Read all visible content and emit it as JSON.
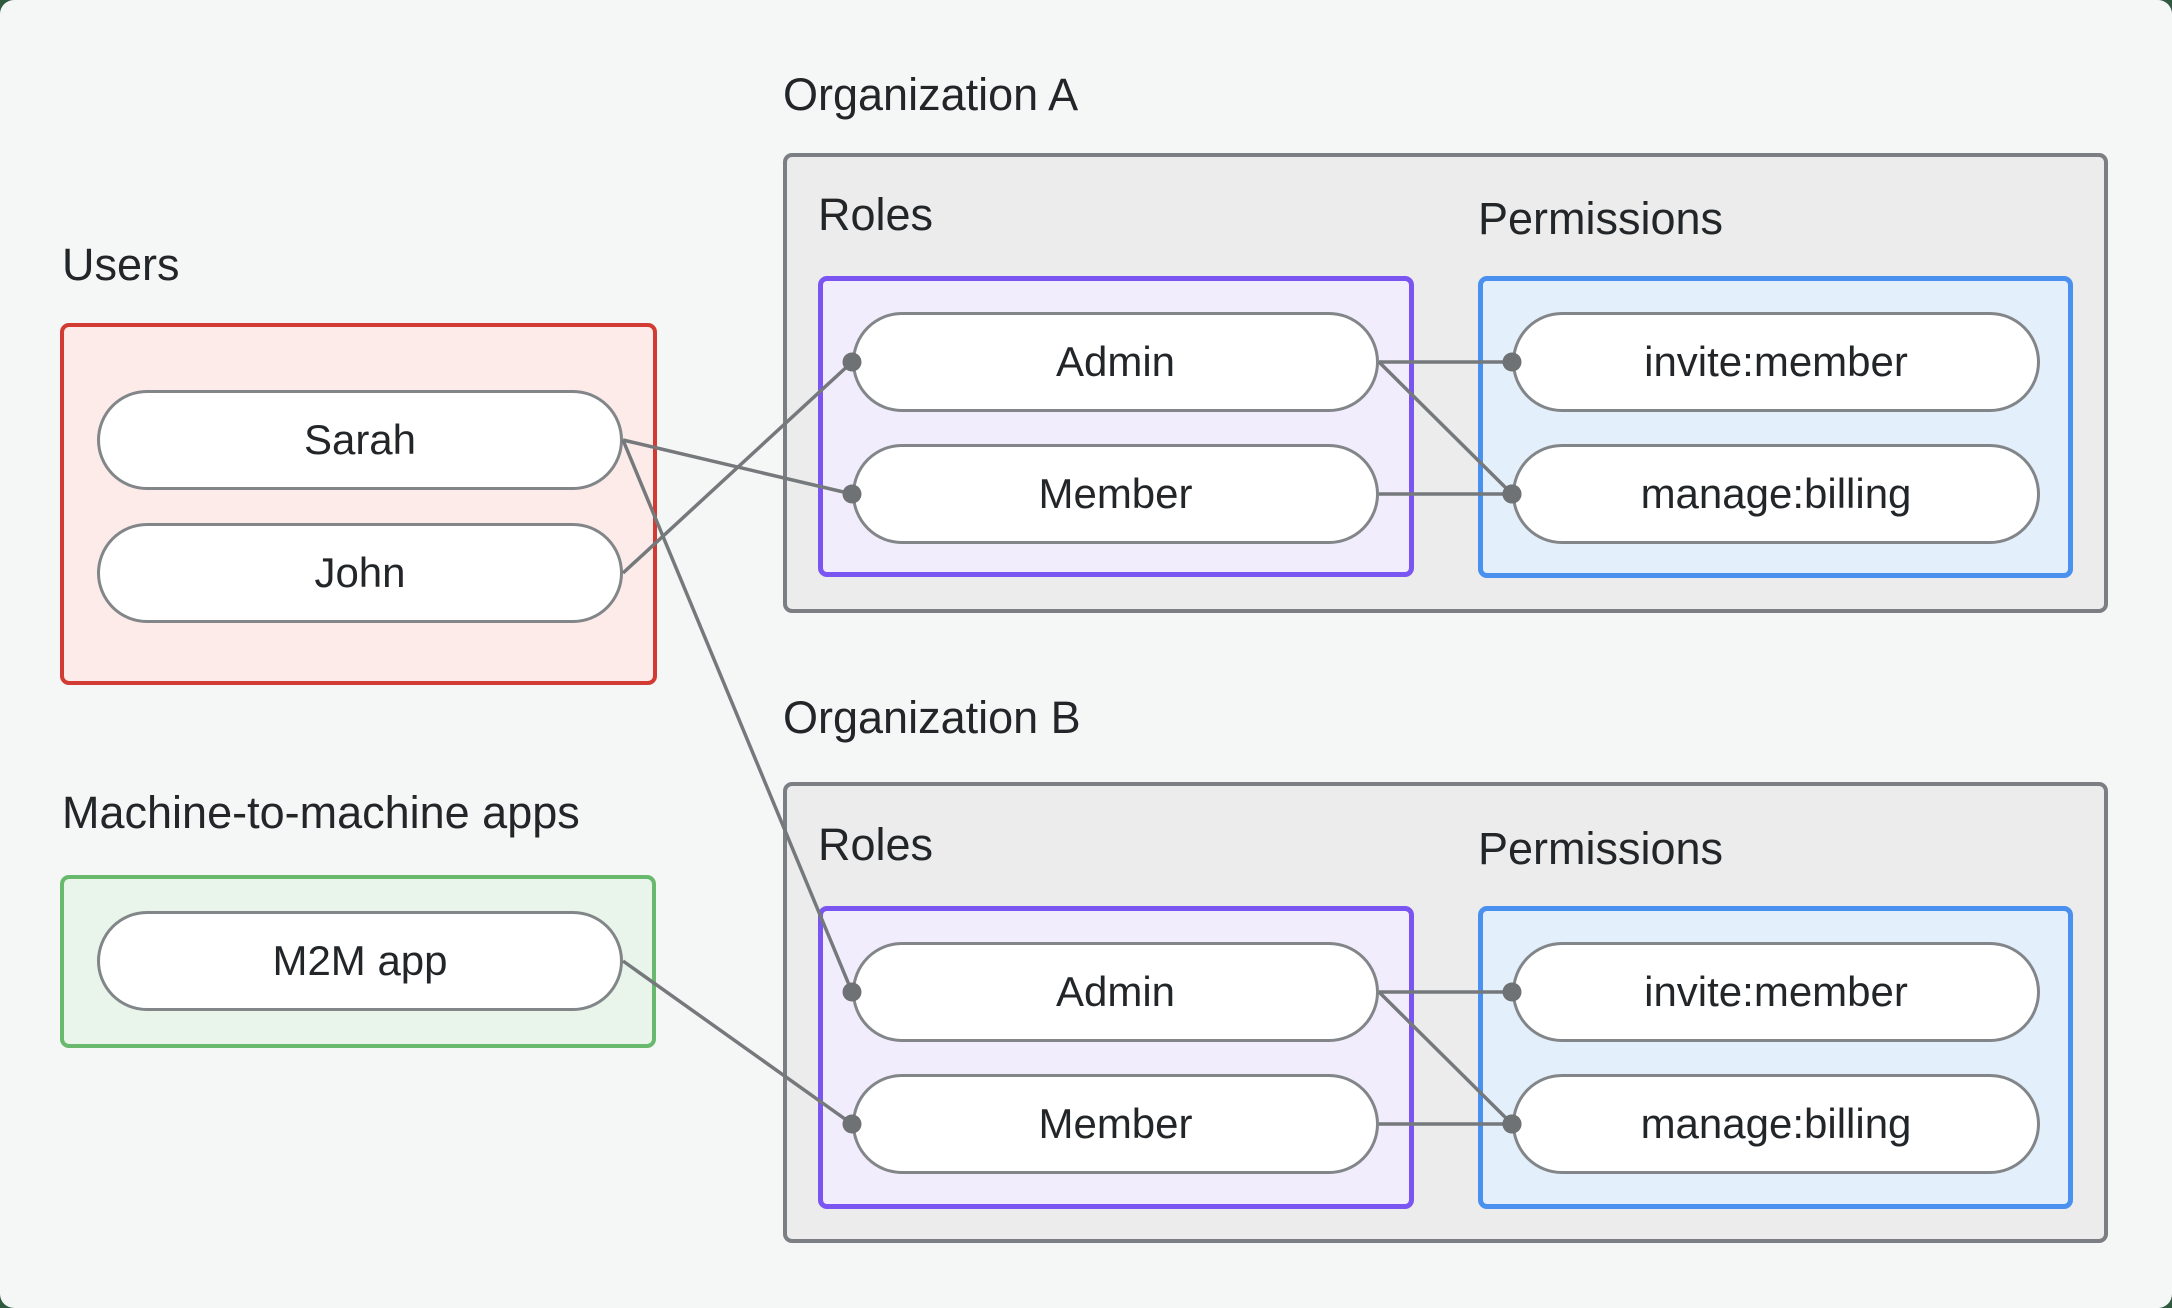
{
  "users_group": {
    "label": "Users",
    "items": [
      "Sarah",
      "John"
    ]
  },
  "m2m_group": {
    "label": "Machine-to-machine apps",
    "items": [
      "M2M app"
    ]
  },
  "org_a": {
    "label": "Organization A",
    "roles_label": "Roles",
    "permissions_label": "Permissions",
    "roles": [
      "Admin",
      "Member"
    ],
    "permissions": [
      "invite:member",
      "manage:billing"
    ]
  },
  "org_b": {
    "label": "Organization B",
    "roles_label": "Roles",
    "permissions_label": "Permissions",
    "roles": [
      "Admin",
      "Member"
    ],
    "permissions": [
      "invite:member",
      "manage:billing"
    ]
  },
  "connections": [
    {
      "from": "sarah",
      "to": "org_a_member"
    },
    {
      "from": "sarah",
      "to": "org_b_admin"
    },
    {
      "from": "john",
      "to": "org_a_admin"
    },
    {
      "from": "m2m_app",
      "to": "org_b_member"
    },
    {
      "from": "org_a_admin",
      "to": "org_a_invite_member"
    },
    {
      "from": "org_a_admin",
      "to": "org_a_manage_billing"
    },
    {
      "from": "org_a_member",
      "to": "org_a_manage_billing"
    },
    {
      "from": "org_b_admin",
      "to": "org_b_invite_member"
    },
    {
      "from": "org_b_admin",
      "to": "org_b_manage_billing"
    },
    {
      "from": "org_b_member",
      "to": "org_b_manage_billing"
    }
  ],
  "colors": {
    "page_background": "#f4f7f5",
    "outside_background": "#2f5a40",
    "users_border": "#d23b33",
    "users_fill": "#fcebe8",
    "m2m_border": "#68b86d",
    "m2m_fill": "#e9f5ea",
    "org_border": "#7b7f83",
    "org_fill": "#ececec",
    "roles_border": "#7a55f2",
    "roles_fill": "#f2edfc",
    "permissions_border": "#4a90ee",
    "permissions_fill": "#e3effb",
    "node_border": "#828689",
    "node_fill": "#ffffff",
    "line": "#75797c",
    "dot": "#6e7275",
    "text": "#232629"
  }
}
